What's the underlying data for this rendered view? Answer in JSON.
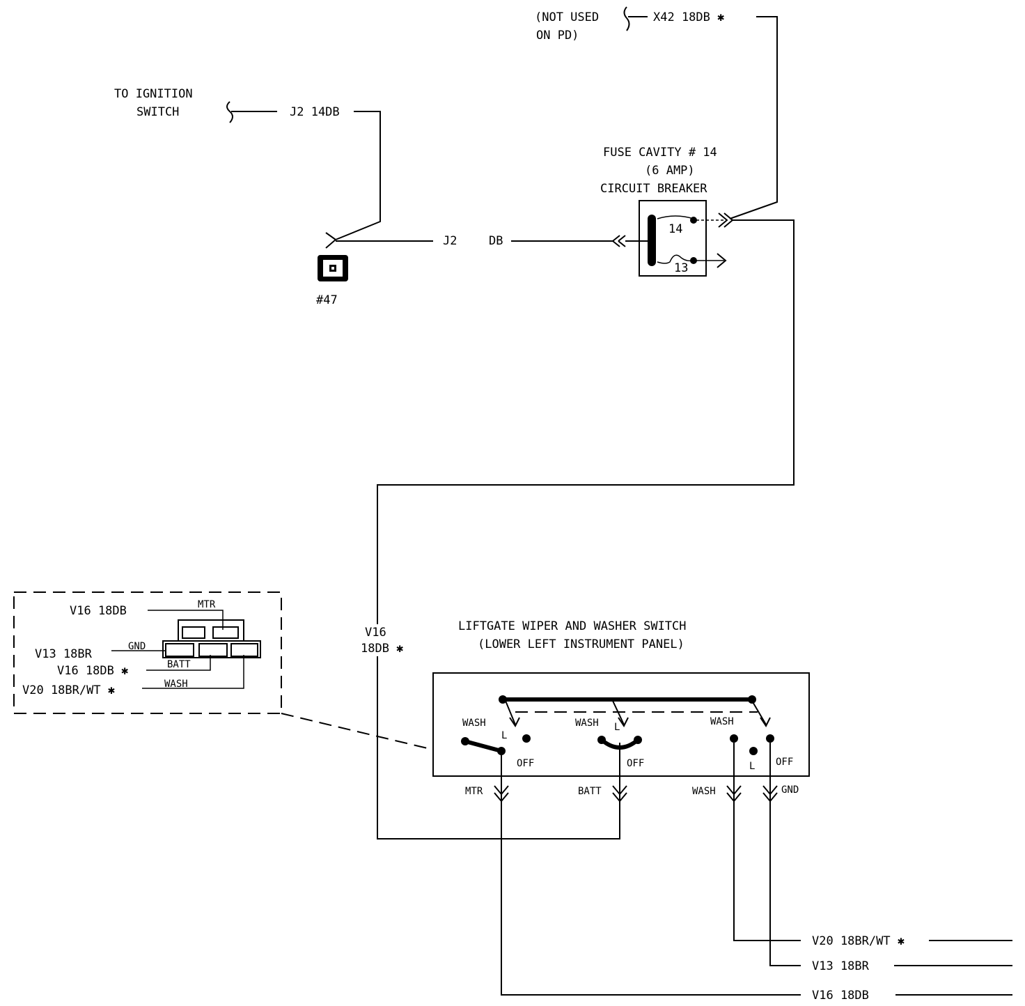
{
  "ignition": {
    "label_line1": "TO IGNITION",
    "label_line2": "SWITCH",
    "wire": "J2 14DB"
  },
  "x42": {
    "note_line1": "(NOT USED",
    "note_line2": "ON PD)",
    "wire": "X42 18DB ✱"
  },
  "fuse": {
    "title_line1": "FUSE CAVITY # 14",
    "title_line2": "(6 AMP)",
    "title_line3": "CIRCUIT BREAKER",
    "cavity_14": "14",
    "cavity_13": "13"
  },
  "splice": {
    "wire_left": "J2",
    "wire_right": "DB",
    "connector_label": "#47"
  },
  "feed": {
    "line1": "V16",
    "line2": "18DB ✱"
  },
  "switch": {
    "title_line1": "LIFTGATE WIPER AND WASHER SWITCH",
    "title_line2": "(LOWER LEFT INSTRUMENT PANEL)",
    "positions": {
      "wash": "WASH",
      "low": "L",
      "off": "OFF"
    },
    "terminals": {
      "mtr": "MTR",
      "batt": "BATT",
      "wash": "WASH",
      "gnd": "GND"
    }
  },
  "connector_view": {
    "mtr_label": "MTR",
    "gnd_label": "GND",
    "batt_label": "BATT",
    "wash_label": "WASH",
    "wires": [
      "V16 18DB",
      "V13 18BR",
      "V16 18DB ✱",
      "V20 18BR/WT ✱"
    ]
  },
  "outputs": [
    "V20 18BR/WT ✱",
    "V13 18BR",
    "V16 18DB"
  ]
}
